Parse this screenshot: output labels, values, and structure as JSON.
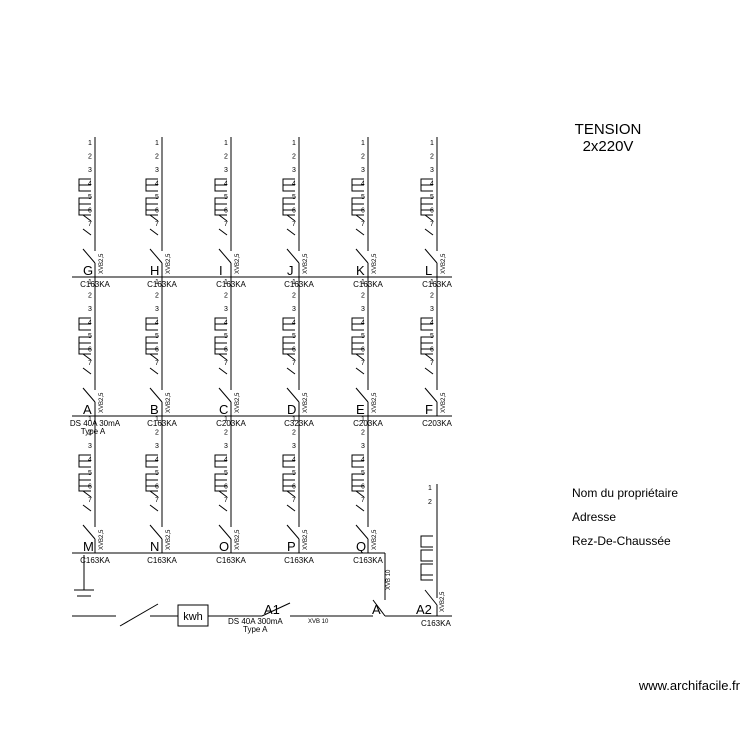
{
  "title": {
    "line1": "TENSION",
    "line2": "2x220V"
  },
  "info": {
    "owner": "Nom du propriétaire",
    "address": "Adresse",
    "floor": "Rez-De-Chaussée"
  },
  "watermark": "www.archifacile.fr",
  "cable_label": "XVB2,5",
  "rows": [
    {
      "circuits": [
        {
          "letter": "G",
          "ref": "C163KA"
        },
        {
          "letter": "H",
          "ref": "C163KA"
        },
        {
          "letter": "I",
          "ref": "C163KA"
        },
        {
          "letter": "J",
          "ref": "C163KA"
        },
        {
          "letter": "K",
          "ref": "C163KA"
        },
        {
          "letter": "L",
          "ref": "C163KA"
        }
      ]
    },
    {
      "circuits": [
        {
          "letter": "A",
          "ref": "DS 40A 30mA",
          "ref2": "Type A"
        },
        {
          "letter": "B",
          "ref": "C163KA"
        },
        {
          "letter": "C",
          "ref": "C203KA"
        },
        {
          "letter": "D",
          "ref": "C323KA"
        },
        {
          "letter": "E",
          "ref": "C203KA"
        },
        {
          "letter": "F",
          "ref": "C203KA"
        }
      ]
    },
    {
      "circuits": [
        {
          "letter": "M",
          "ref": "C163KA"
        },
        {
          "letter": "N",
          "ref": "C163KA"
        },
        {
          "letter": "O",
          "ref": "C163KA"
        },
        {
          "letter": "P",
          "ref": "C163KA"
        },
        {
          "letter": "Q",
          "ref": "C163KA"
        }
      ]
    }
  ],
  "numbers_full": [
    "1",
    "2",
    "3",
    "4",
    "5",
    "6",
    "7"
  ],
  "numbers_short": [
    "1",
    "2"
  ],
  "bottom": {
    "meter": "kwh",
    "main_breaker": "A1",
    "main_ref": "DS 40A 300mA",
    "main_ref2": "Type A",
    "feeder_cable": "XVB 10",
    "feeder_cable_vertical": "XVB 10",
    "node_a": "A",
    "node_a2": "A2",
    "a2_ref": "C163KA"
  }
}
